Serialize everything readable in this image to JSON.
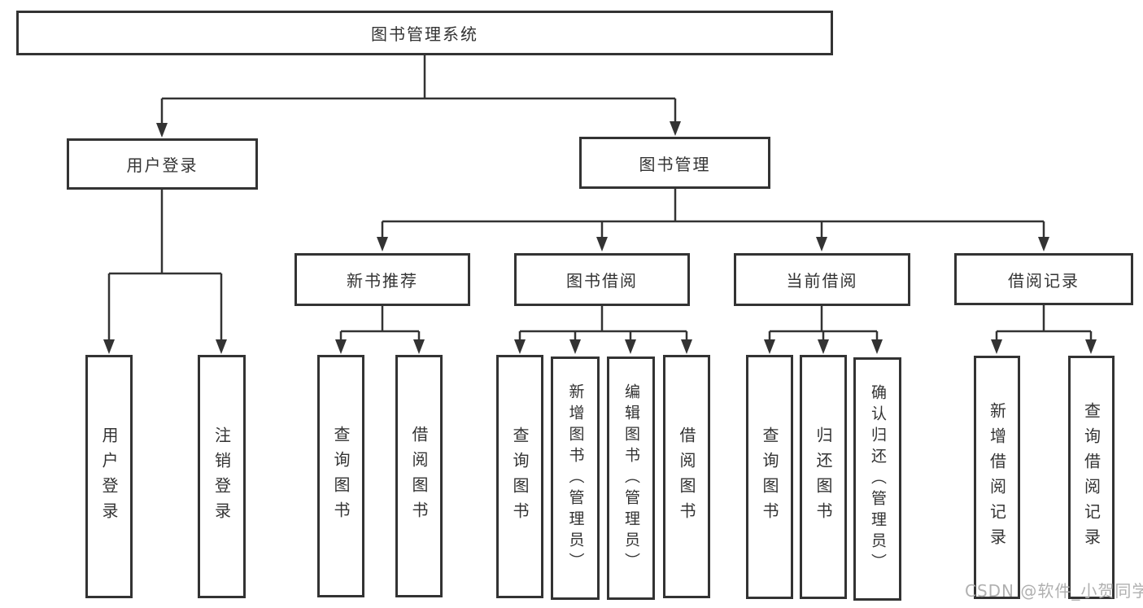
{
  "nodes": {
    "root": "图书管理系统",
    "level1": {
      "login": "用户登录",
      "manage": "图书管理"
    },
    "login_children": {
      "user_login": "用户登录",
      "logout": "注销登录"
    },
    "level2": {
      "recommend": "新书推荐",
      "borrow": "图书借阅",
      "current": "当前借阅",
      "records": "借阅记录"
    },
    "recommend_children": {
      "query_books": "查询图书",
      "borrow_books": "借阅图书"
    },
    "borrow_children": {
      "query_books": "查询图书",
      "add_books": "新增图书（管理员）",
      "edit_books": "编辑图书（管理员）",
      "borrow_books": "借阅图书"
    },
    "current_children": {
      "query_books": "查询图书",
      "return_books": "归还图书",
      "confirm_return": "确认归还（管理员）"
    },
    "records_children": {
      "add_record": "新增借阅记录",
      "query_record": "查询借阅记录"
    }
  },
  "watermark": "CSDN @软件_小贺同学",
  "colors": {
    "line": "#333333",
    "text": "#333333",
    "box_background": "#ffffff",
    "watermark": "#b0b0b0",
    "page_background": "#ffffff"
  }
}
